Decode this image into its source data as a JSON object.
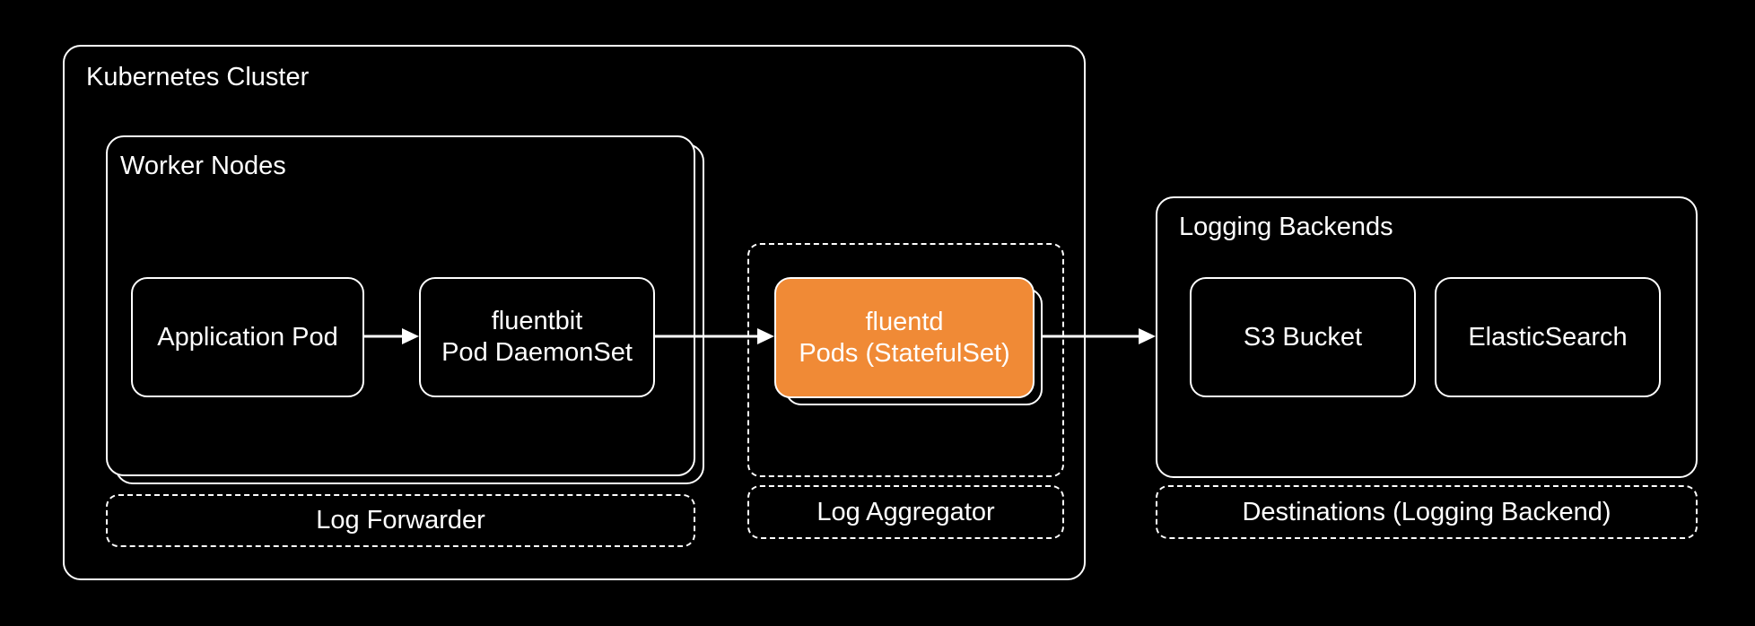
{
  "cluster": {
    "title": "Kubernetes Cluster"
  },
  "worker_nodes": {
    "title": "Worker Nodes",
    "application_pod": "Application Pod",
    "fluentbit": {
      "line1": "fluentbit",
      "line2": "Pod DaemonSet"
    },
    "group_label": "Log Forwarder"
  },
  "aggregator": {
    "fluentd": {
      "line1": "fluentd",
      "line2": "Pods (StatefulSet)"
    },
    "group_label": "Log Aggregator"
  },
  "backends": {
    "title": "Logging Backends",
    "s3": "S3 Bucket",
    "elastic": "ElasticSearch",
    "group_label": "Destinations (Logging Backend)"
  },
  "colors": {
    "background": "#000000",
    "stroke": "#ffffff",
    "accent": "#f08a36"
  }
}
